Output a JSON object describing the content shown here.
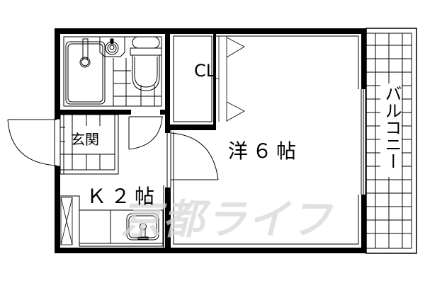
{
  "floor_plan": {
    "rooms": {
      "western_room": "洋６帖",
      "kitchen": "Ｋ２帖",
      "entrance": "玄関",
      "closet": "CL",
      "balcony": "バルコニー"
    },
    "fixtures": {
      "bathtub": "bathtub",
      "washbasin": "washbasin",
      "toilet": "toilet",
      "kitchen_sink": "kitchen-sink",
      "refrigerator_space": "refrigerator-space"
    },
    "watermark": "京都ライフ"
  },
  "colors": {
    "wall": "#000000",
    "background": "#ffffff",
    "watermark": "#d8d8d8"
  }
}
